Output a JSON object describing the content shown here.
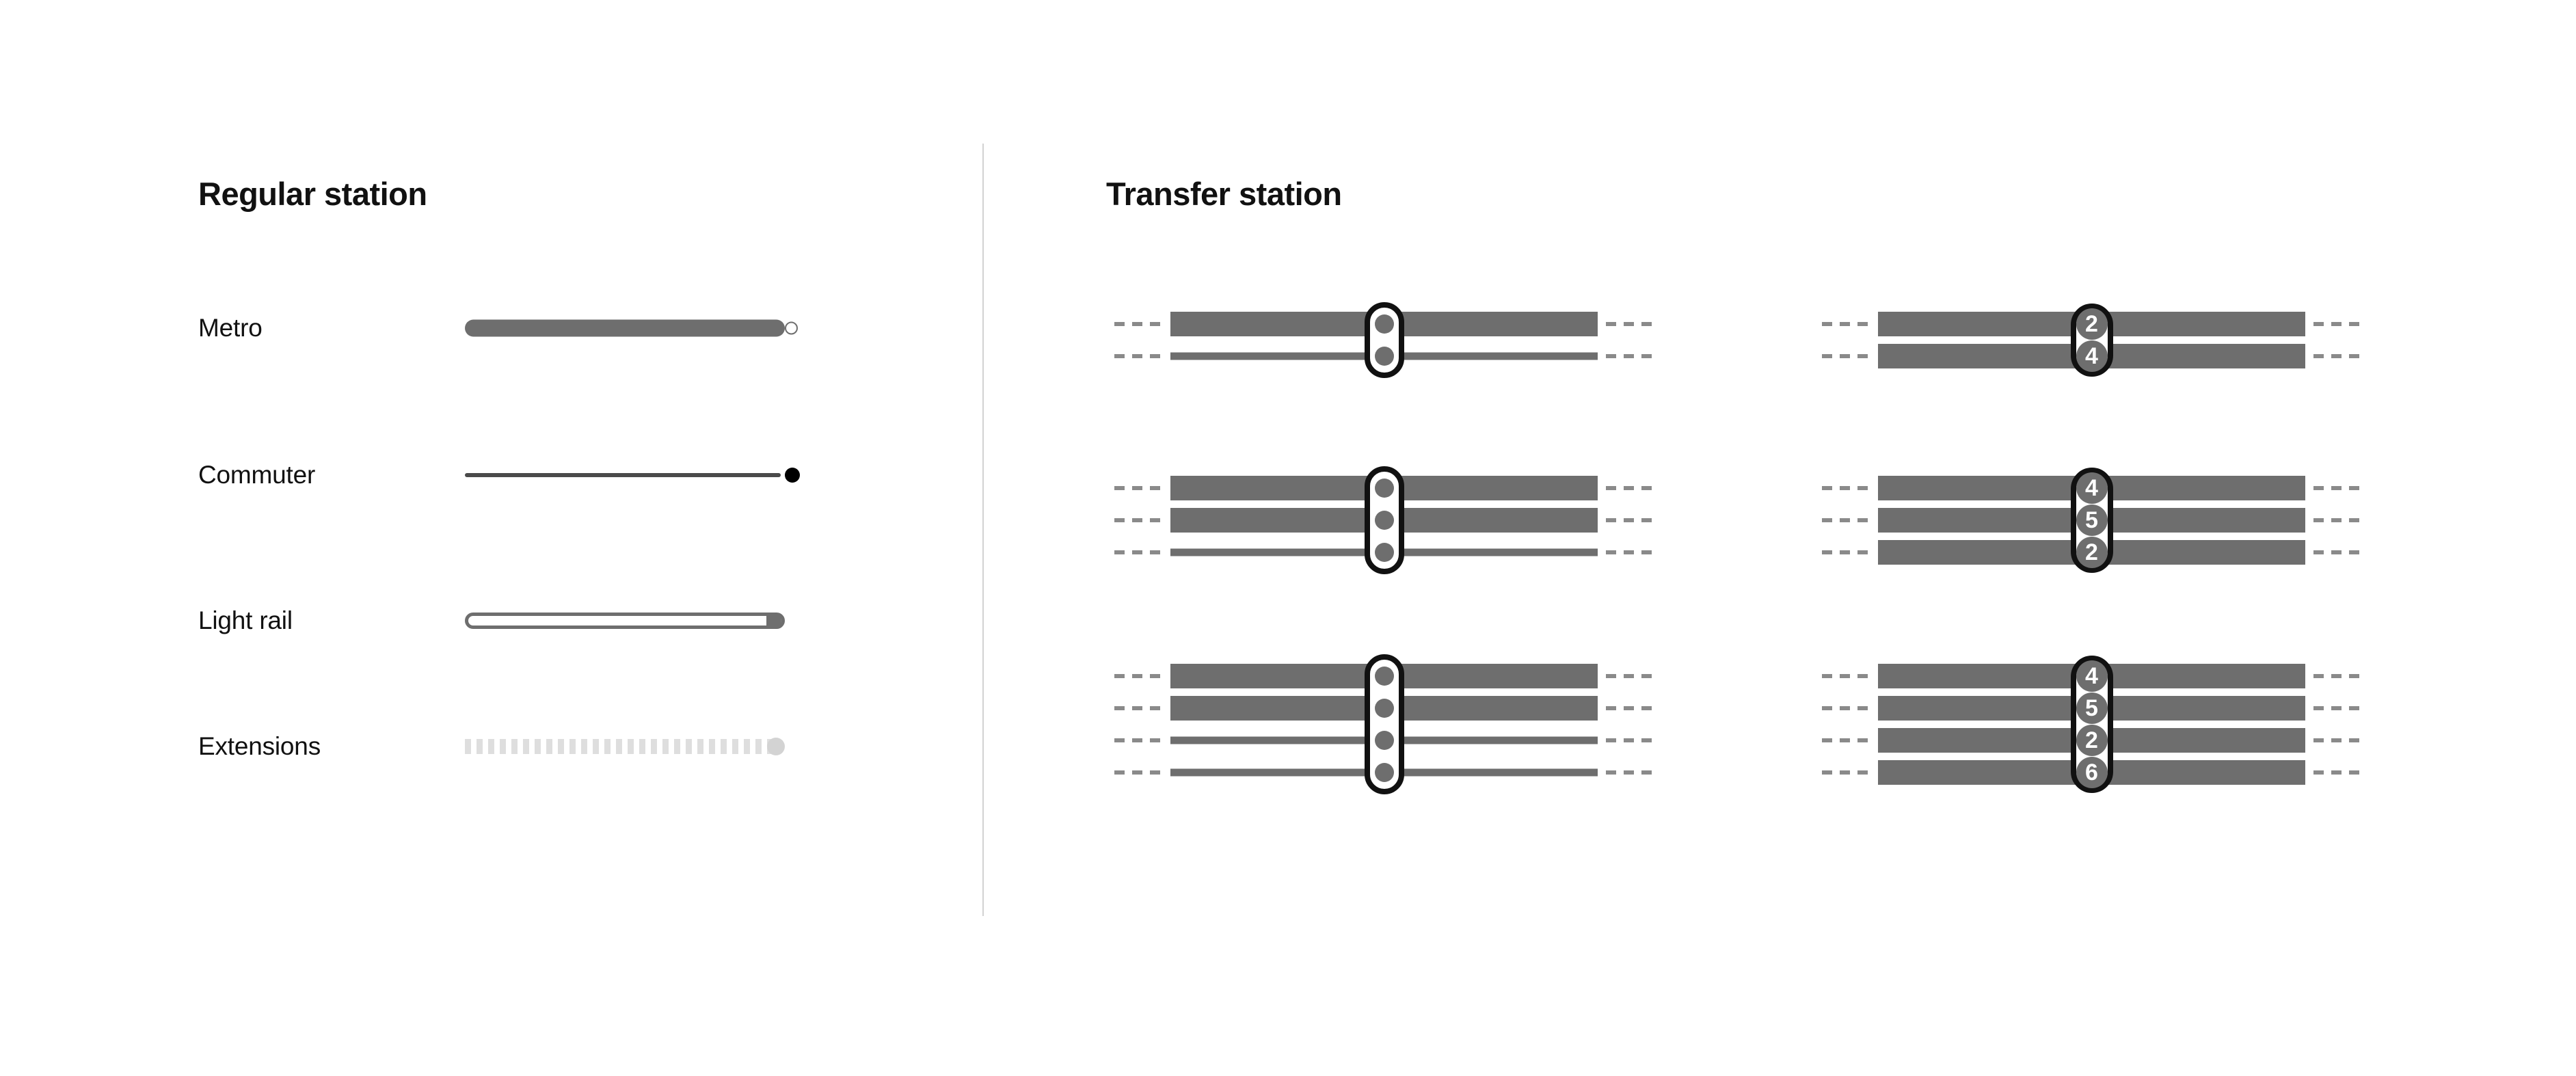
{
  "panels": {
    "regular": {
      "title": "Regular station",
      "legend": [
        {
          "label": "Metro",
          "style": "metro",
          "icon": "metro-line-swatch"
        },
        {
          "label": "Commuter",
          "style": "commuter",
          "icon": "commuter-line-swatch"
        },
        {
          "label": "Light rail",
          "style": "lightrail",
          "icon": "light-rail-line-swatch"
        },
        {
          "label": "Extensions",
          "style": "extensions",
          "icon": "extensions-line-swatch"
        }
      ]
    },
    "transfer": {
      "title": "Transfer station",
      "columns": [
        {
          "variant": "plain",
          "diagrams": [
            {
              "lines": [
                "thick",
                "thin"
              ],
              "markers": [
                "",
                ""
              ]
            },
            {
              "lines": [
                "thick",
                "thick",
                "thin"
              ],
              "markers": [
                "",
                "",
                ""
              ]
            },
            {
              "lines": [
                "thick",
                "thick",
                "thin",
                "thin"
              ],
              "markers": [
                "",
                "",
                "",
                ""
              ]
            }
          ]
        },
        {
          "variant": "numbered",
          "diagrams": [
            {
              "lines": [
                "thick",
                "thick"
              ],
              "markers": [
                "2",
                "4"
              ]
            },
            {
              "lines": [
                "thick",
                "thick",
                "thick"
              ],
              "markers": [
                "4",
                "5",
                "2"
              ]
            },
            {
              "lines": [
                "thick",
                "thick",
                "thick",
                "thick"
              ],
              "markers": [
                "4",
                "5",
                "2",
                "6"
              ]
            }
          ]
        }
      ]
    }
  },
  "colors": {
    "background": "#FFFFFF",
    "text": "#111111",
    "line_gray": "#6E6E6E",
    "dash_gray": "#8A8A8A",
    "marker_fill": "#6E6E6E",
    "marker_text": "#FFFFFF",
    "capsule_stroke": "#111111",
    "extension_gray": "#DEDEDE",
    "divider": "#D2D2D2"
  }
}
